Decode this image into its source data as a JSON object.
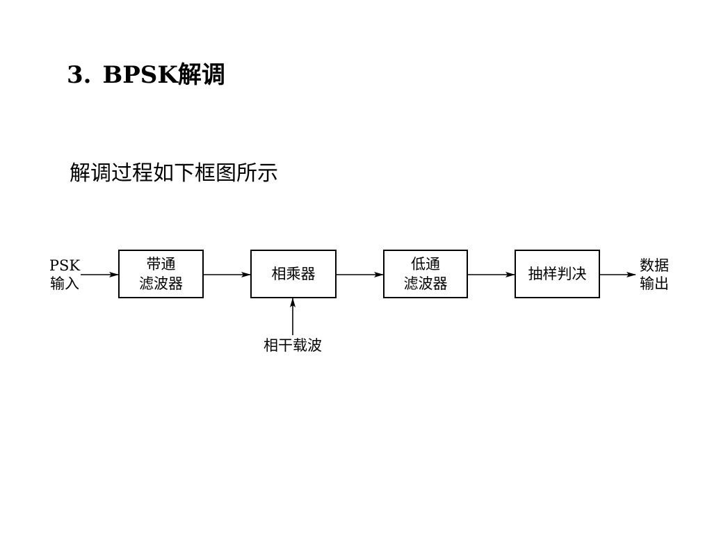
{
  "slide": {
    "section_number": "3.",
    "title": "BPSK解调",
    "subtitle": "解调过程如下框图所示"
  },
  "diagram": {
    "input": {
      "line1": "PSK",
      "line2": "输入"
    },
    "output": {
      "line1": "数据",
      "line2": "输出"
    },
    "carrier": "相干载波",
    "blocks": [
      {
        "line1": "带通",
        "line2": "滤波器"
      },
      {
        "line1": "相乘器",
        "line2": ""
      },
      {
        "line1": "低通",
        "line2": "滤波器"
      },
      {
        "line1": "抽样判决",
        "line2": ""
      }
    ]
  }
}
